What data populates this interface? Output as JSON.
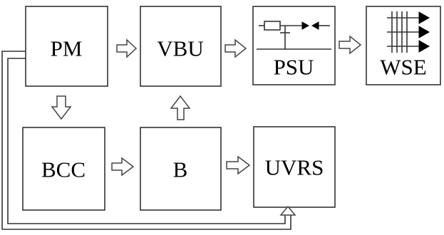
{
  "blocks": {
    "pm": "PM",
    "vbu": "VBU",
    "psu": "PSU",
    "wse": "WSE",
    "bcc": "BCC",
    "b": "B",
    "uvrs": "UVRS"
  },
  "colors": {
    "stroke": "#333333",
    "fill": "#ffffff",
    "text": "#000000"
  }
}
